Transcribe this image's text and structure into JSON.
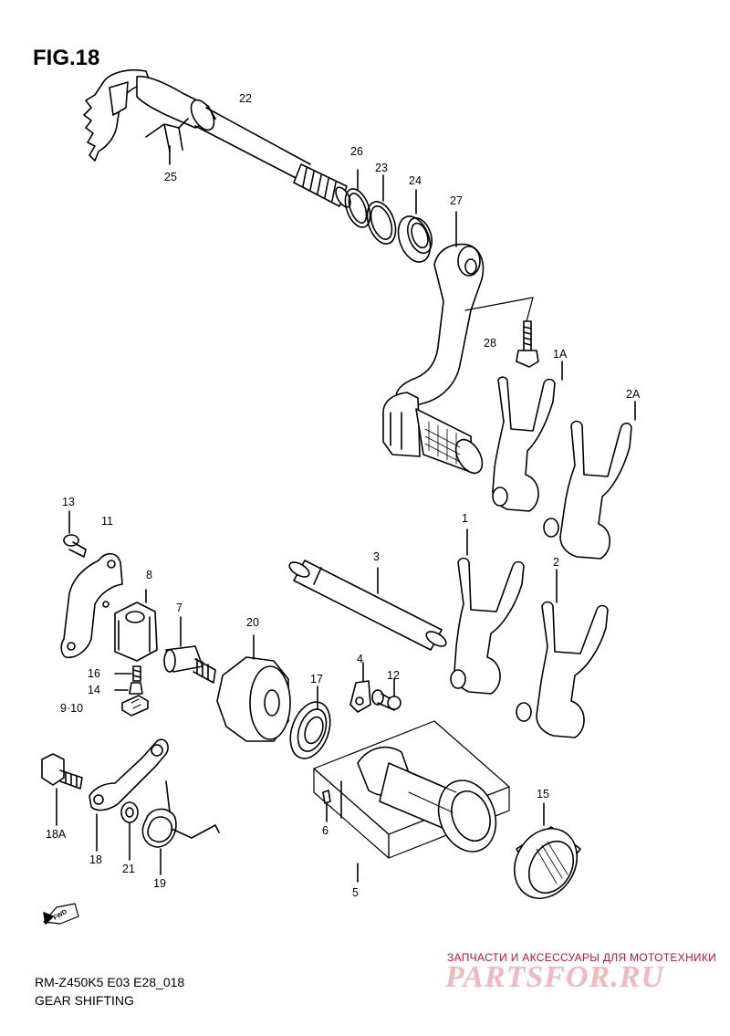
{
  "figure": {
    "title": "FIG.18"
  },
  "footer": {
    "model_code": "RM-Z450K5 E03 E28_018",
    "caption": "GEAR SHIFTING"
  },
  "watermark": {
    "tagline": "ЗАПЧАСТИ И АКСЕССУАРЫ ДЛЯ МОТОТЕХНИКИ",
    "logo": "PARTSFOR.RU"
  },
  "direction_badge": "FWD",
  "parts": [
    {
      "label": "22",
      "key": "shift-shaft"
    },
    {
      "label": "25",
      "key": "shaft-spring"
    },
    {
      "label": "26",
      "key": "circlip"
    },
    {
      "label": "23",
      "key": "washer"
    },
    {
      "label": "24",
      "key": "oil-seal"
    },
    {
      "label": "27",
      "key": "shift-lever"
    },
    {
      "label": "28",
      "key": "lever-bolt"
    },
    {
      "label": "1A",
      "key": "fork-1a"
    },
    {
      "label": "2A",
      "key": "fork-2a"
    },
    {
      "label": "13",
      "key": "screw"
    },
    {
      "label": "11",
      "key": "stopper-plate"
    },
    {
      "label": "8",
      "key": "cam-driven-gear"
    },
    {
      "label": "7",
      "key": "cam-pin"
    },
    {
      "label": "20",
      "key": "shift-cam-stopper"
    },
    {
      "label": "3",
      "key": "fork-shaft"
    },
    {
      "label": "1",
      "key": "fork-1"
    },
    {
      "label": "2",
      "key": "fork-2"
    },
    {
      "label": "16",
      "key": "spring"
    },
    {
      "label": "14",
      "key": "pawl"
    },
    {
      "label": "9·10",
      "key": "pawl-plate"
    },
    {
      "label": "4",
      "key": "bearing-retainer"
    },
    {
      "label": "12",
      "key": "retainer-screw"
    },
    {
      "label": "17",
      "key": "bearing"
    },
    {
      "label": "18A",
      "key": "stopper-bolt"
    },
    {
      "label": "18",
      "key": "stopper-arm"
    },
    {
      "label": "21",
      "key": "arm-washer"
    },
    {
      "label": "19",
      "key": "return-spring"
    },
    {
      "label": "6",
      "key": "dowel-pin"
    },
    {
      "label": "5",
      "key": "gear-shift-cam"
    },
    {
      "label": "15",
      "key": "needle-bearing"
    }
  ]
}
